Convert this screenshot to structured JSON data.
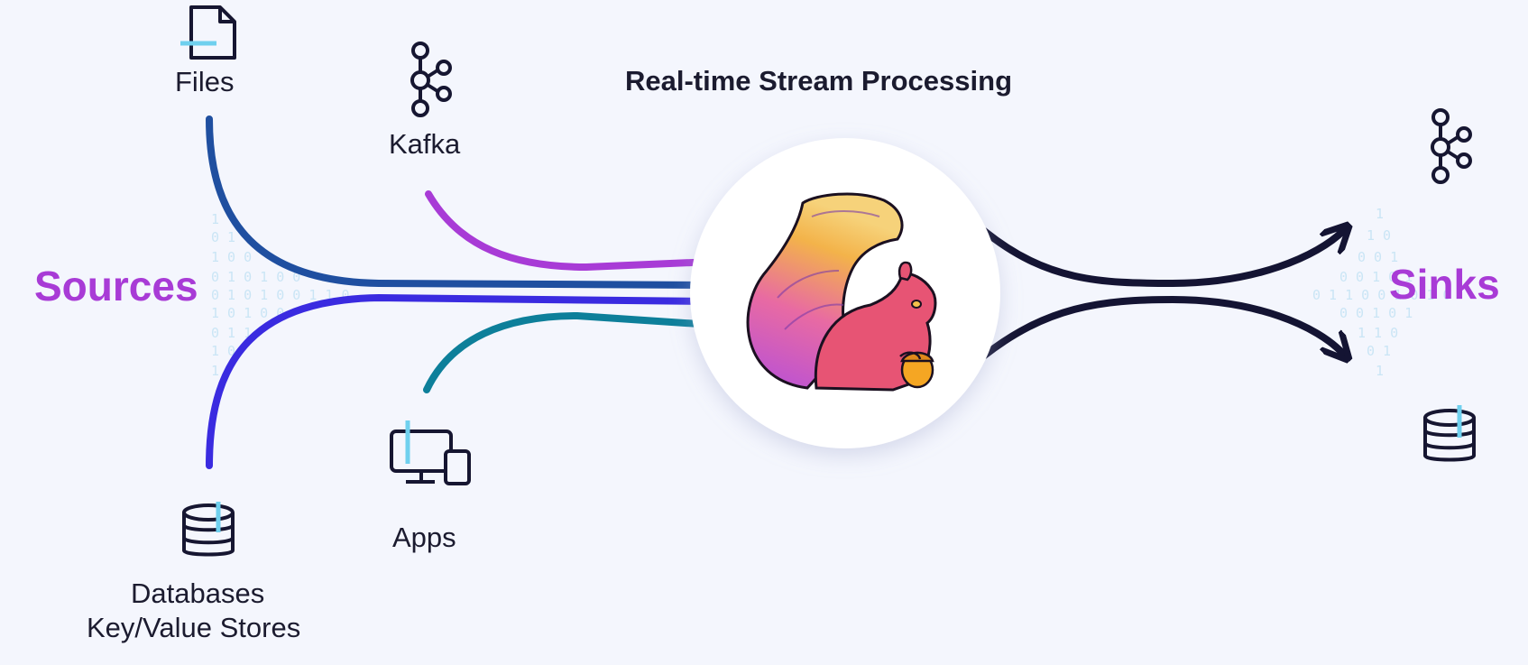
{
  "title": "Real-time Stream Processing",
  "sources_label": "Sources",
  "sinks_label": "Sinks",
  "nodes": {
    "files": {
      "label": "Files",
      "icon": "file-icon"
    },
    "kafka": {
      "label": "Kafka",
      "icon": "kafka-icon"
    },
    "apps": {
      "label": "Apps",
      "icon": "devices-icon"
    },
    "databases": {
      "label_line1": "Databases",
      "label_line2": "Key/Value Stores",
      "icon": "database-icon"
    },
    "sink_kafka": {
      "icon": "kafka-icon"
    },
    "sink_database": {
      "icon": "database-icon"
    },
    "processor": {
      "icon": "squirrel-logo"
    }
  },
  "colors": {
    "accent": "#a83bd6",
    "files_stream": "#1f4fa0",
    "kafka_stream": "#a83bd6",
    "db_stream": "#3a2be0",
    "apps_stream": "#0d7f9a",
    "sink_stream": "#141433",
    "icon_dark": "#161631",
    "icon_highlight": "#6fd0ee"
  }
}
